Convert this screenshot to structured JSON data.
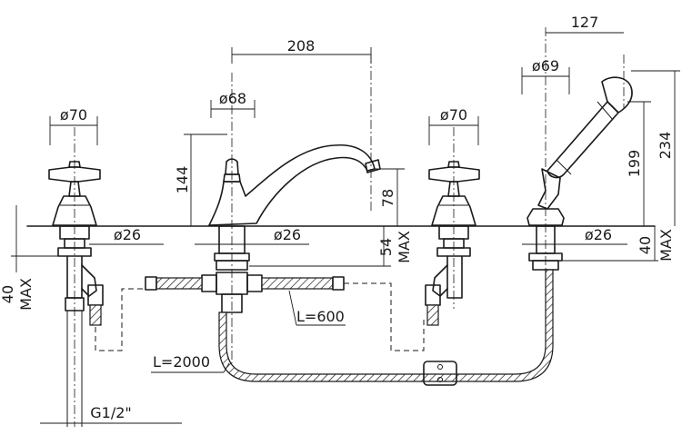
{
  "labels": {
    "spout_reach": "208",
    "spout_dia": "ø68",
    "left_handle_dia": "ø70",
    "right_handle_dia": "ø70",
    "shower_reach": "127",
    "shower_dia": "ø69",
    "spout_height": "144",
    "spout_outlet": "78",
    "shower_holder_height": "199",
    "shower_total_height": "234",
    "left_shank_dia": "ø26",
    "mid_shank_dia": "ø26",
    "right_shank_dia": "ø26",
    "deck_max_mid": "54\nMAX",
    "deck_max_right": "40\nMAX",
    "deck_max_left": "40\nMAX",
    "hose_short": "L=600",
    "hose_long": "L=2000",
    "thread": "G1/2\""
  }
}
